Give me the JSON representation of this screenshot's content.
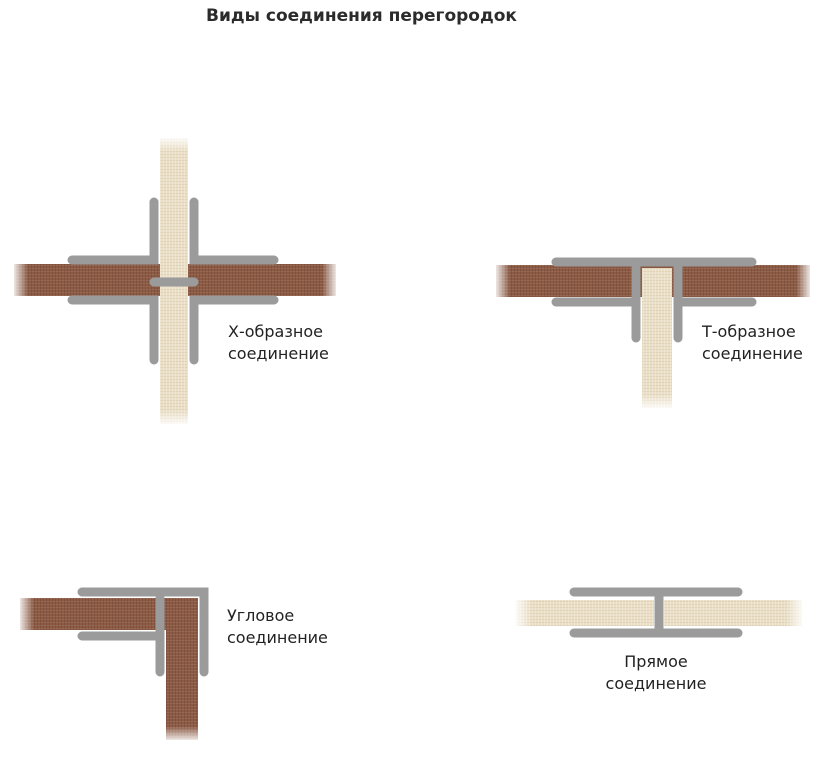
{
  "title": "Виды соединения перегородок",
  "colors": {
    "dark_panel": "#8a5a45",
    "light_panel": "#eadfc8",
    "profile": "#9b9b9b",
    "text": "#222222"
  },
  "joints": [
    {
      "id": "x",
      "line1": "Х-образное",
      "line2": "соединение"
    },
    {
      "id": "t",
      "line1": "Т-образное",
      "line2": "соединение"
    },
    {
      "id": "corner",
      "line1": "Угловое",
      "line2": "соединение"
    },
    {
      "id": "straight",
      "line1": "Прямое",
      "line2": "соединение"
    }
  ]
}
